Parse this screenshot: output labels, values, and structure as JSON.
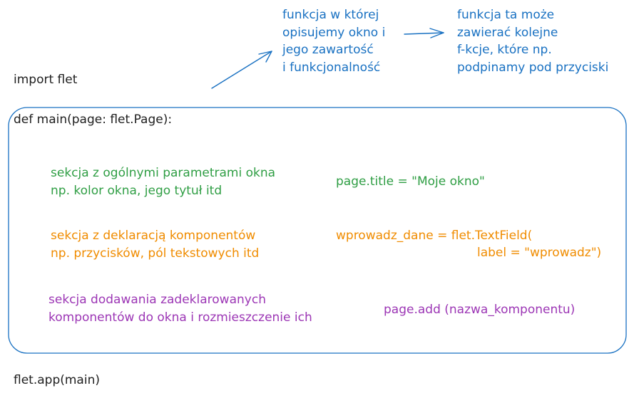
{
  "colors": {
    "code": "#1e1e1e",
    "note": "#1971c2",
    "params": "#2f9e44",
    "components": "#f08c00",
    "add": "#9c36b5"
  },
  "code": {
    "import": "import flet",
    "def": "def main(page: flet.Page):",
    "title_line": "page.title = \"Moje okno\"",
    "textfield_line1": "wprowadz_dane = flet.TextField(",
    "textfield_line2": "label = \"wprowadz\")",
    "add_line": "page.add (nazwa_komponentu)",
    "app_line": "flet.app(main)"
  },
  "notes": {
    "main_function": [
      "funkcja w której",
      "opisujemy okno i",
      "jego zawartość",
      "i funkcjonalność"
    ],
    "nested_functions": [
      "funkcja ta może",
      "zawierać kolejne",
      "f-kcje, które np.",
      "podpinamy pod przyciski"
    ]
  },
  "sections": {
    "params": [
      "sekcja z ogólnymi parametrami okna",
      "np. kolor okna, jego tytuł itd"
    ],
    "components": [
      "sekcja z deklaracją komponentów",
      "np. przycisków, pól tekstowych itd"
    ],
    "add": [
      "sekcja dodawania zadeklarowanych",
      "komponentów do okna i rozmieszczenie ich"
    ]
  }
}
